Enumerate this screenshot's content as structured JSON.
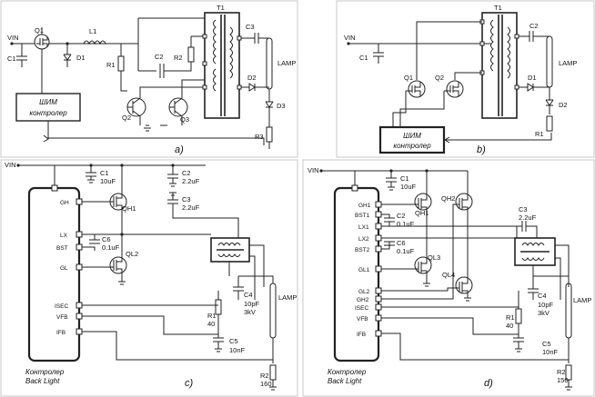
{
  "panels": {
    "a": {
      "caption": "a)",
      "labels": {
        "vin": "VIN",
        "q1": "Q1",
        "c1": "C1",
        "d1": "D1",
        "l1": "L1",
        "r1": "R1",
        "c2": "C2",
        "r2": "R2",
        "q2": "Q2",
        "q3": "Q3",
        "t1": "T1",
        "c3": "C3",
        "lamp": "LAMP",
        "d2": "D2",
        "d3": "D3",
        "r3": "R3"
      },
      "controller": [
        "ШИМ",
        "контролер"
      ]
    },
    "b": {
      "caption": "b)",
      "labels": {
        "vin": "VIN",
        "c1": "C1",
        "t1": "T1",
        "c2": "C2",
        "lamp": "LAMP",
        "q1": "Q1",
        "q2": "Q2",
        "d1": "D1",
        "d2": "D2",
        "r1": "R1"
      },
      "controller": [
        "ШИМ",
        "контролер"
      ]
    },
    "c": {
      "caption": "c)",
      "labels": {
        "vin": "VIN",
        "c1": "C1",
        "c1v": "10uF",
        "c2": "C2",
        "c2v": "2.2uF",
        "c3": "C3",
        "c3v": "2.2uF",
        "qh1": "QH1",
        "c6": "C6",
        "c6v": "0.1uF",
        "ql2": "QL2",
        "c4": "C4",
        "c4v1": "10pF",
        "c4v2": "3kV",
        "lamp": "LAMP",
        "r1": "R1",
        "r1v": "40",
        "c5": "C5",
        "c5v": "10nF",
        "r2": "R2",
        "r2v": "160"
      },
      "pins": [
        "GH",
        "LX",
        "BST",
        "GL",
        "ISEC",
        "VFB",
        "IFB"
      ],
      "controller": [
        "Контролер",
        "Back Light"
      ]
    },
    "d": {
      "caption": "d)",
      "labels": {
        "vin": "VIN",
        "c1": "C1",
        "c1v": "10uF",
        "c2": "C2",
        "c2v": "0.1uF",
        "qh1": "QH1",
        "qh2": "QH2",
        "c3": "C3",
        "c3v": "2.2uF",
        "c6": "C6",
        "c6v": "0.1uF",
        "ql3": "QL3",
        "ql4": "QL4",
        "c4": "C4",
        "c4v1": "10pF",
        "c4v2": "3kV",
        "lamp": "LAMP",
        "r1": "R1",
        "r1v": "40",
        "c5": "C5",
        "c5v": "10nF",
        "r2": "R2",
        "r2v": "150"
      },
      "pins": [
        "GH1",
        "BST1",
        "LX1",
        "LX2",
        "BST2",
        "GL1",
        "GL2",
        "GH2",
        "ISEC",
        "VFB",
        "IFB"
      ],
      "controller": [
        "Контролер",
        "Back Light"
      ]
    }
  }
}
